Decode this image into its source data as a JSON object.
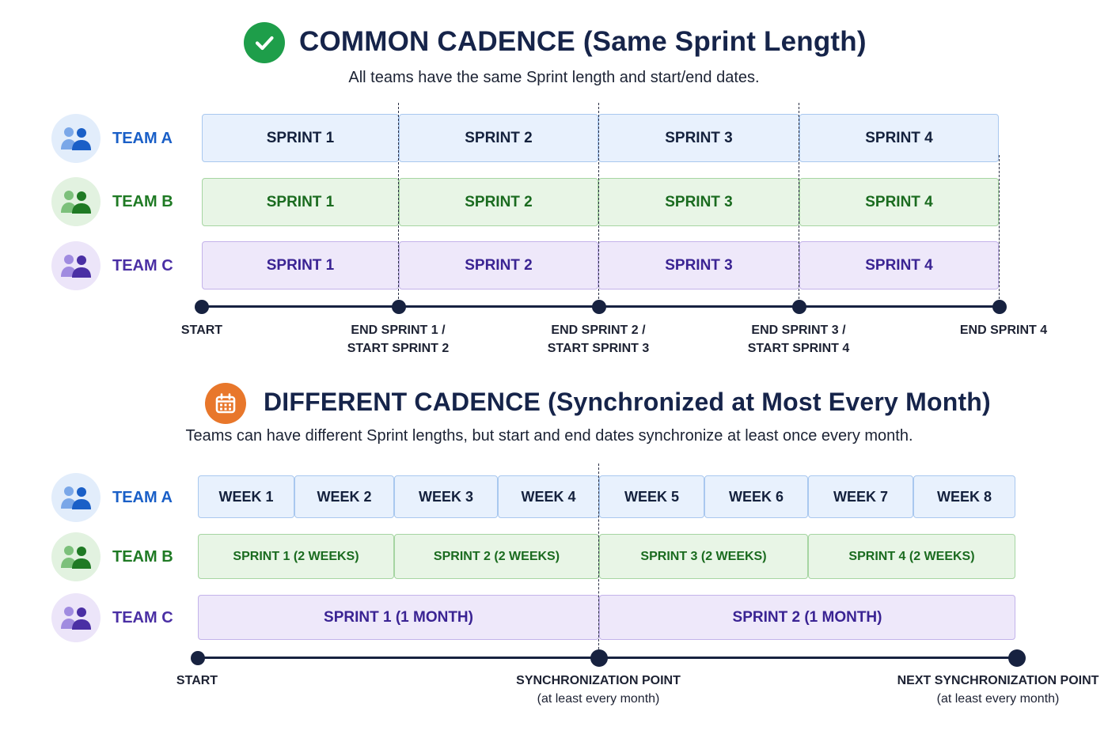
{
  "colors": {
    "team_a": "#1a5fc7",
    "team_b": "#1f7a24",
    "team_c": "#4a2fa4",
    "check_badge": "#1e9e4a",
    "calendar_badge": "#e8772b",
    "axis": "#172240"
  },
  "common": {
    "icon": "check-circle-icon",
    "title": "COMMON CADENCE (Same Sprint Length)",
    "subtitle": "All teams have the same Sprint length and start/end dates.",
    "teams": [
      {
        "label": "TEAM A",
        "icon": "team-icon",
        "blocks": [
          "SPRINT 1",
          "SPRINT 2",
          "SPRINT 3",
          "SPRINT 4"
        ]
      },
      {
        "label": "TEAM B",
        "icon": "team-icon",
        "blocks": [
          "SPRINT 1",
          "SPRINT 2",
          "SPRINT 3",
          "SPRINT 4"
        ]
      },
      {
        "label": "TEAM C",
        "icon": "team-icon",
        "blocks": [
          "SPRINT 1",
          "SPRINT 2",
          "SPRINT 3",
          "SPRINT 4"
        ]
      }
    ],
    "timeline": [
      {
        "line1": "START",
        "line2": ""
      },
      {
        "line1": "END SPRINT 1 /",
        "line2": "START SPRINT 2"
      },
      {
        "line1": "END SPRINT 2 /",
        "line2": "START SPRINT 3"
      },
      {
        "line1": "END SPRINT 3 /",
        "line2": "START SPRINT 4"
      },
      {
        "line1": "END SPRINT 4",
        "line2": ""
      }
    ]
  },
  "different": {
    "icon": "calendar-icon",
    "title": "DIFFERENT CADENCE (Synchronized at Most Every Month)",
    "subtitle": "Teams can have different Sprint lengths, but start and end dates synchronize at least once every month.",
    "teams": [
      {
        "label": "TEAM A",
        "icon": "team-icon",
        "blocks": [
          "WEEK 1",
          "WEEK 2",
          "WEEK 3",
          "WEEK 4",
          "WEEK 5",
          "WEEK 6",
          "WEEK 7",
          "WEEK 8"
        ]
      },
      {
        "label": "TEAM B",
        "icon": "team-icon",
        "blocks": [
          "SPRINT 1 (2 WEEKS)",
          "SPRINT 2 (2 WEEKS)",
          "SPRINT 3 (2 WEEKS)",
          "SPRINT 4 (2 WEEKS)"
        ]
      },
      {
        "label": "TEAM C",
        "icon": "team-icon",
        "blocks": [
          "SPRINT 1 (1 MONTH)",
          "SPRINT 2 (1 MONTH)"
        ]
      }
    ],
    "timeline": [
      {
        "line1": "START",
        "line2": ""
      },
      {
        "line1": "SYNCHRONIZATION POINT",
        "line2": "(at least every month)"
      },
      {
        "line1": "NEXT SYNCHRONIZATION POINT",
        "line2": "(at least every month)"
      }
    ]
  }
}
